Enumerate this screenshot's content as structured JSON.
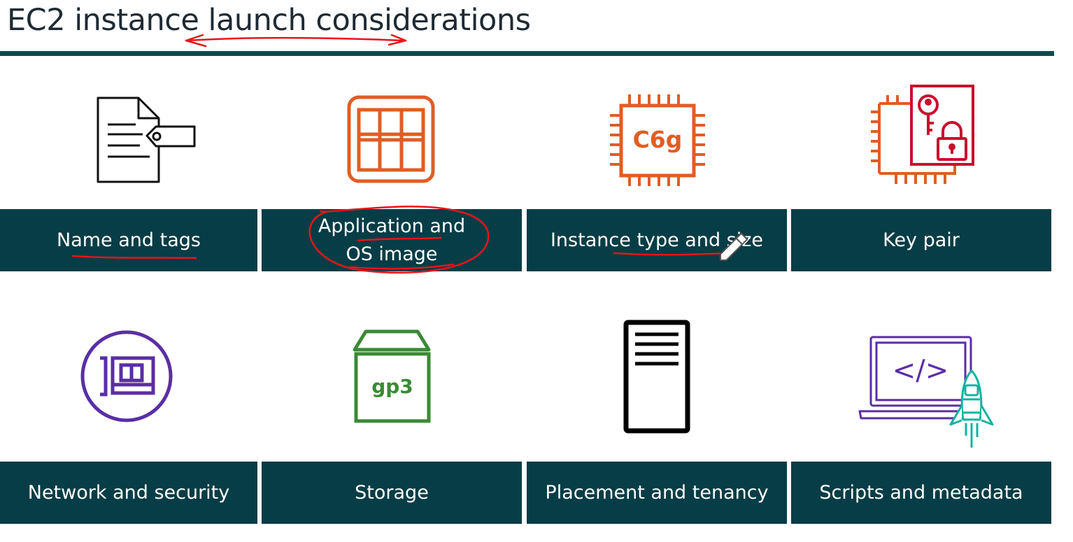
{
  "title": "EC2 instance launch considerations",
  "colors": {
    "band": "#063d46",
    "rule": "#0c4a4f",
    "orange": "#e05d24",
    "red": "#c8102e",
    "purple": "#5a2ea6",
    "green": "#3a8a35",
    "teal": "#12b3a0",
    "annotation": "#e8141b"
  },
  "tiles": [
    {
      "label": "Name and tags",
      "icon": "document-tag-icon"
    },
    {
      "label_line1": "Application and",
      "label_line2": "OS image",
      "icon": "ami-grid-icon"
    },
    {
      "label": "Instance type and size",
      "icon": "chip-c6g-icon",
      "chip_text": "C6g"
    },
    {
      "label": "Key pair",
      "icon": "key-lock-icon"
    },
    {
      "label": "Network and security",
      "icon": "network-card-icon"
    },
    {
      "label": "Storage",
      "icon": "ebs-volume-icon",
      "volume_text": "gp3"
    },
    {
      "label": "Placement and tenancy",
      "icon": "server-rack-icon"
    },
    {
      "label": "Scripts and metadata",
      "icon": "laptop-rocket-icon",
      "code_text": "</>"
    }
  ]
}
